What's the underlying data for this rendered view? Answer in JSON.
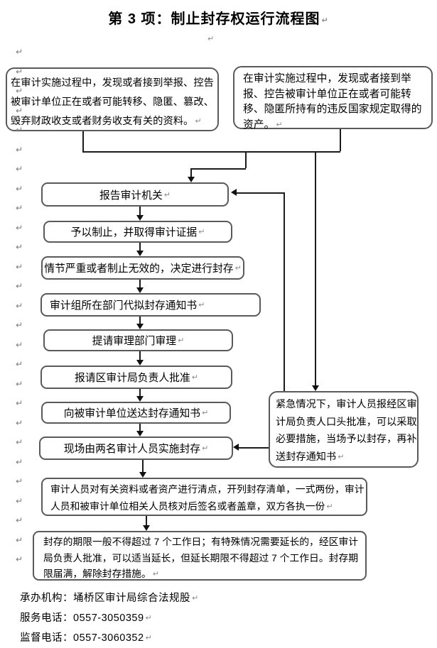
{
  "title": "第 3 项：制止封存权运行流程图",
  "glyphs": {
    "return_mark": "↵"
  },
  "margin_marks": {
    "glyph": "↵",
    "count": 27
  },
  "top_left_box": {
    "lines": [
      "在审计实施过程中，发现或者接到举报、控告",
      "被审计单位正在或者可能转移、隐匿、篡改、",
      "毁弃财政收支或者财务收支有关的资料。"
    ]
  },
  "top_right_box": {
    "lines": [
      "在审计实施过程中，发现或者接到举",
      "报、控告被审计单位正在或者可能转",
      "移、隐匿所持有的违反国家规定取得的",
      "资产。"
    ]
  },
  "steps": [
    "报告审计机关",
    "予以制止，并取得审计证据",
    "情节严重或者制止无效的，决定进行封存",
    "审计组所在部门代拟封存通知书",
    "提请审理部门审理",
    "报请区审计局负责人批准",
    "向被审计单位送达封存通知书",
    "现场由两名审计人员实施封存"
  ],
  "side_box": {
    "lines": [
      "紧急情况下，审计人员报经区审",
      "计局负责人口头批准，可以采取",
      "必要措施，当场予以封存，再补",
      "送封存通知书"
    ]
  },
  "wide_box_1": {
    "lines": [
      "审计人员对有关资料或者资产进行清点，开列封存清单，一式两份，审计",
      "人员和被审计单位相关人员核对后签名或者盖章，双方各执一份"
    ]
  },
  "wide_box_2": {
    "lines": [
      "封存的期限一般不得超过 7 个工作日；有特殊情况需要延长的，经区审计",
      "局负责人批准，可以适当延长，但延长期限不得超过 7 个工作日。封存期",
      "限届满，解除封存措施。"
    ]
  },
  "footer": {
    "organizer": "承办机构：埇桥区审计局综合法规股",
    "service_phone": "服务电话：0557-3050359",
    "supervision_phone": "监督电话：0557-3060352"
  }
}
